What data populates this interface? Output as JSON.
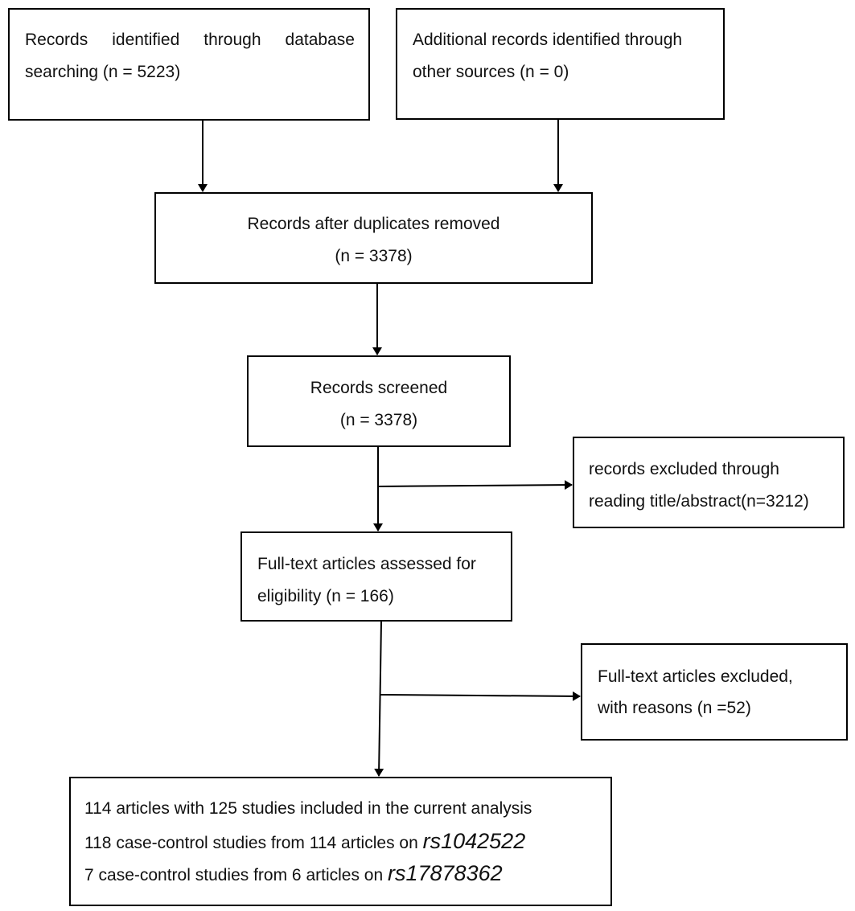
{
  "boxes": {
    "database": {
      "line1": [
        "Records",
        "identified",
        "through",
        "database"
      ],
      "line2": "searching (n = 5223)"
    },
    "other": {
      "line1": "Additional records identified through",
      "line2": "other sources (n = 0)"
    },
    "dedup": {
      "line1": "Records after duplicates removed",
      "line2": "(n = 3378)"
    },
    "screened": {
      "line1": "Records screened",
      "line2": "(n = 3378)"
    },
    "excluded_title": {
      "line1": "records excluded through",
      "line2": "reading title/abstract(n=3212)"
    },
    "fulltext": {
      "line1": "Full-text articles assessed for",
      "line2": "eligibility (n = 166)"
    },
    "excluded_fulltext": {
      "line1": "Full-text articles excluded,",
      "line2": "with reasons (n =52)"
    },
    "included": {
      "line1": "114 articles with 125 studies included in the current analysis",
      "line2_prefix": "118 case-control studies from 114 articles on ",
      "line2_snp": "rs1042522",
      "line3_prefix": "7 case-control studies from 6 articles on ",
      "line3_snp": "rs17878362"
    }
  }
}
